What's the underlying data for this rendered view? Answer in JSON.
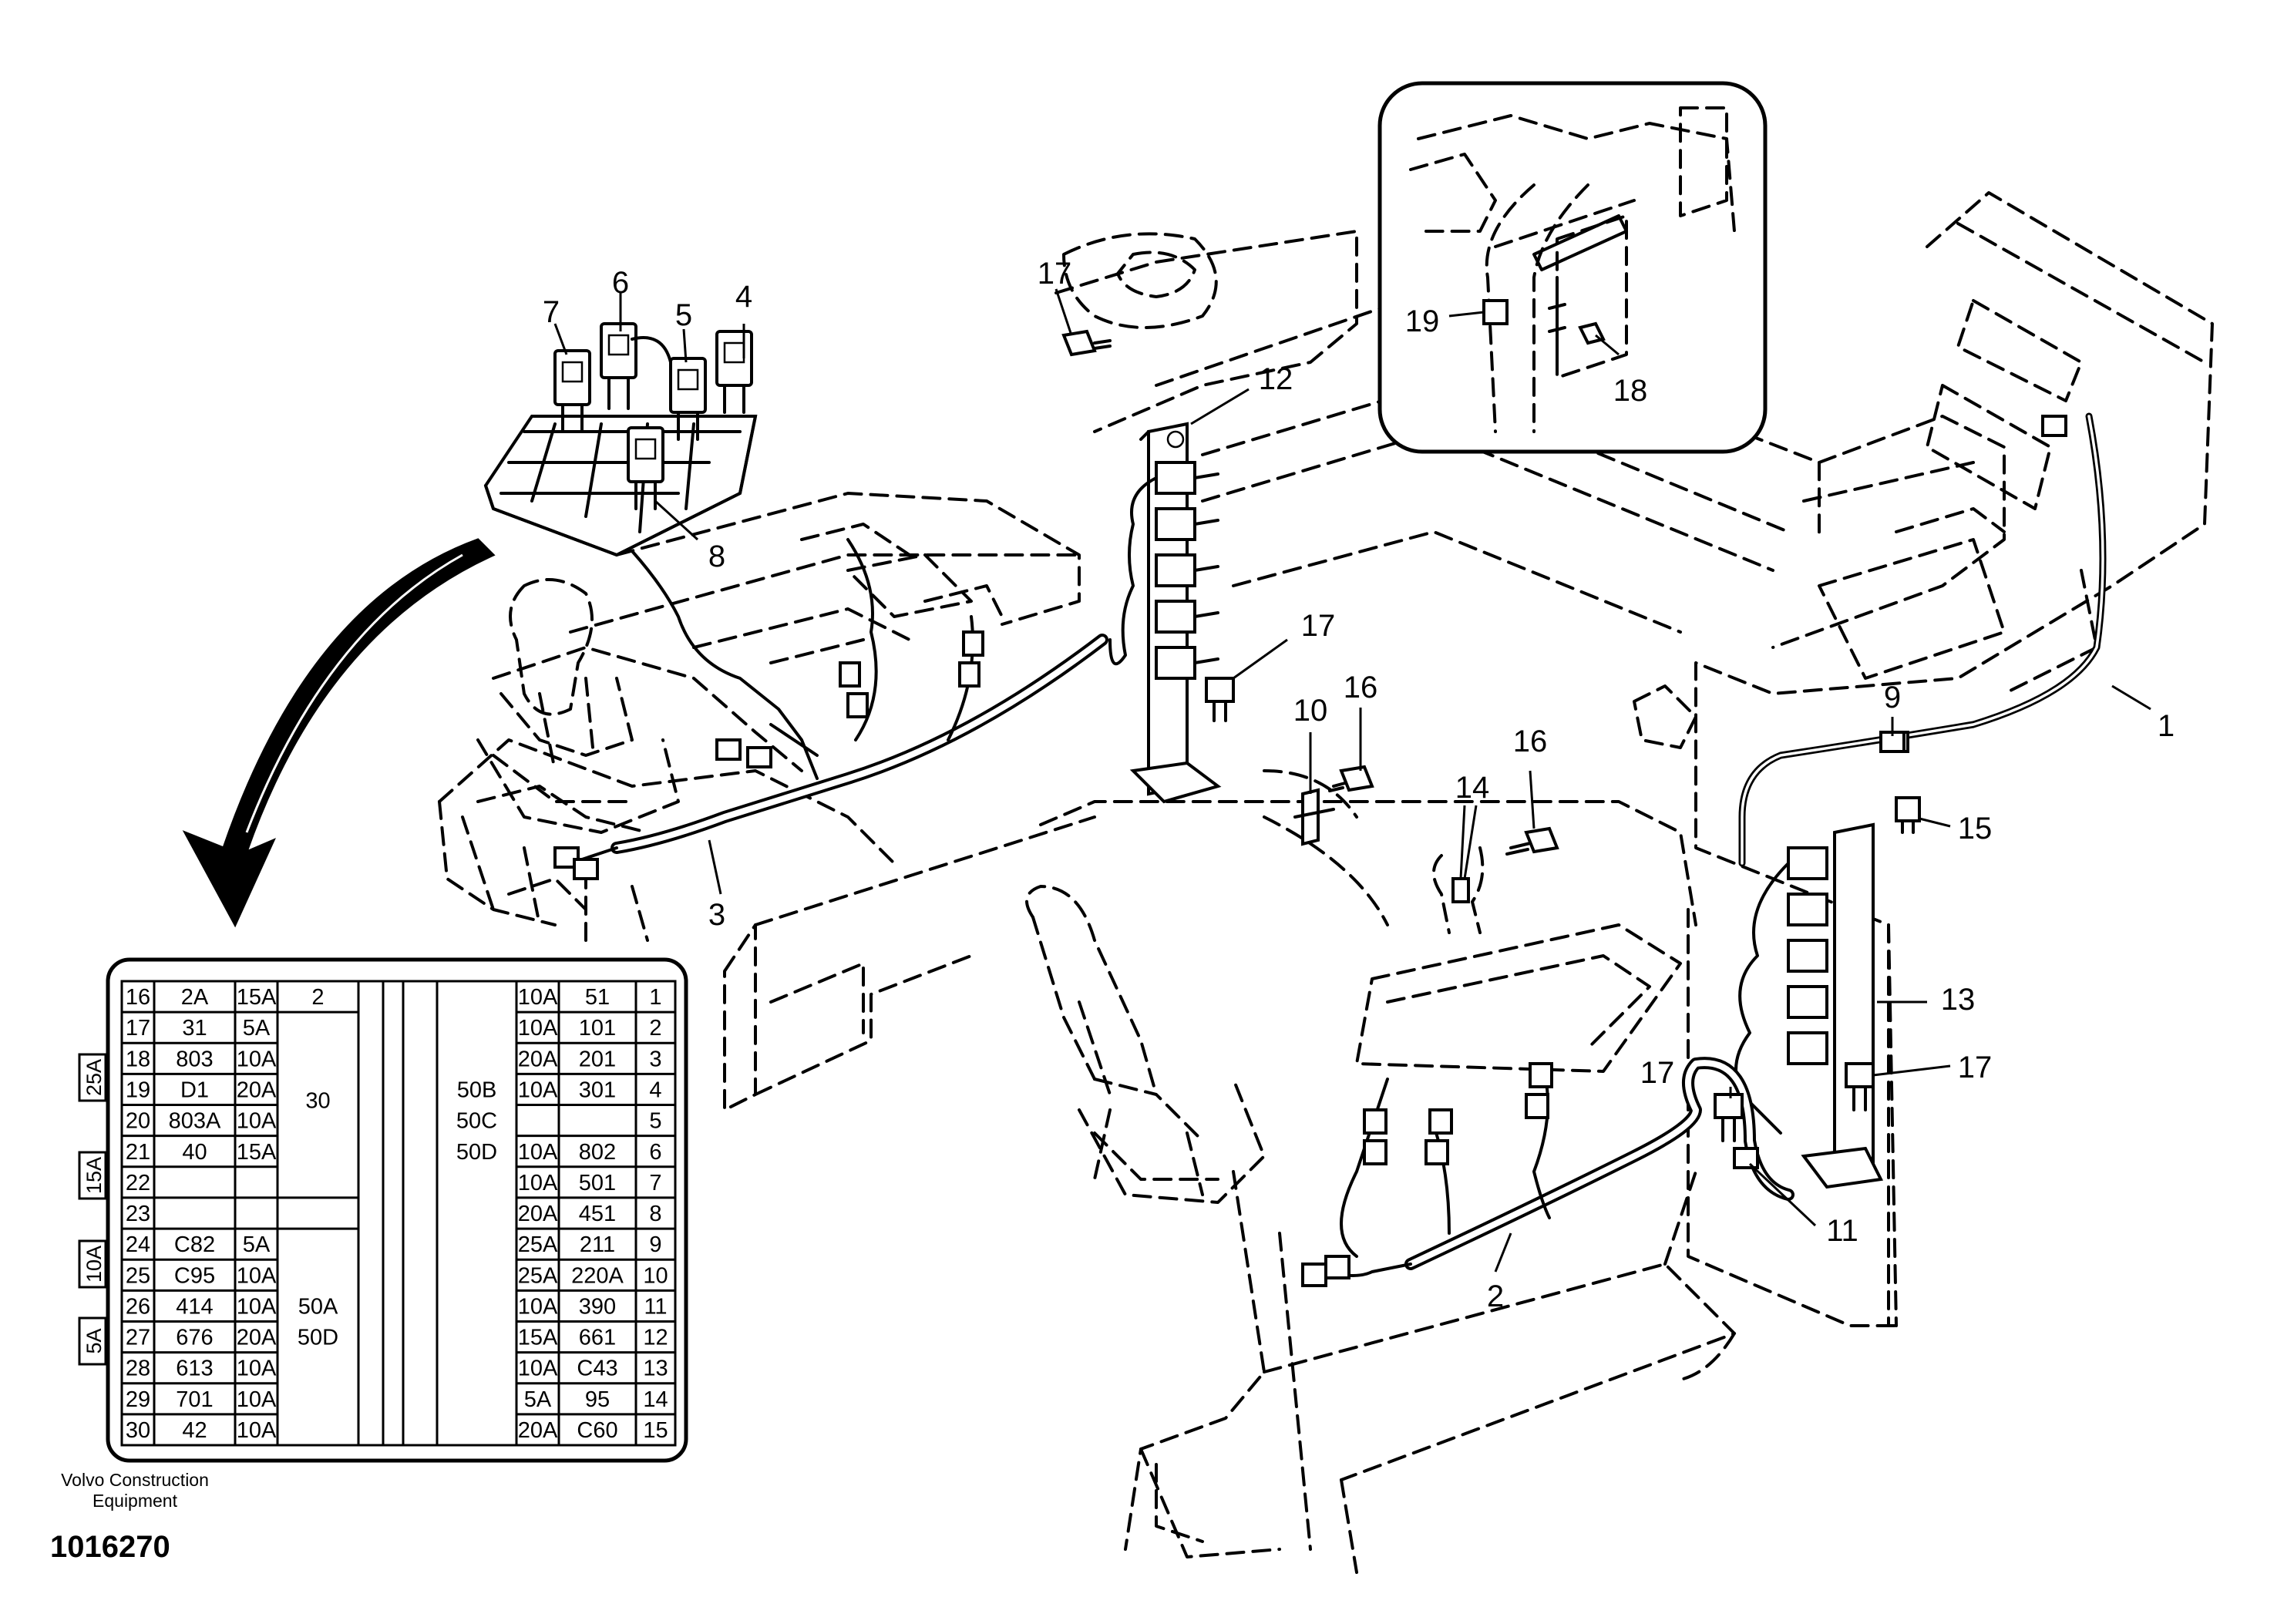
{
  "callouts": [
    "1",
    "2",
    "3",
    "4",
    "5",
    "6",
    "7",
    "8",
    "9",
    "10",
    "11",
    "12",
    "13",
    "14",
    "15",
    "16",
    "16",
    "17",
    "17",
    "17",
    "17",
    "18",
    "19"
  ],
  "fuse_table": {
    "left_rows": [
      {
        "pos": "16",
        "circuit": "2A",
        "rating": "15A"
      },
      {
        "pos": "17",
        "circuit": "31",
        "rating": "5A"
      },
      {
        "pos": "18",
        "circuit": "803",
        "rating": "10A"
      },
      {
        "pos": "19",
        "circuit": "D1",
        "rating": "20A"
      },
      {
        "pos": "20",
        "circuit": "803A",
        "rating": "10A"
      },
      {
        "pos": "21",
        "circuit": "40",
        "rating": "15A"
      },
      {
        "pos": "22",
        "circuit": "",
        "rating": ""
      },
      {
        "pos": "23",
        "circuit": "",
        "rating": ""
      },
      {
        "pos": "24",
        "circuit": "C82",
        "rating": "5A"
      },
      {
        "pos": "25",
        "circuit": "C95",
        "rating": "10A"
      },
      {
        "pos": "26",
        "circuit": "414",
        "rating": "10A"
      },
      {
        "pos": "27",
        "circuit": "676",
        "rating": "20A"
      },
      {
        "pos": "28",
        "circuit": "613",
        "rating": "10A"
      },
      {
        "pos": "29",
        "circuit": "701",
        "rating": "10A"
      },
      {
        "pos": "30",
        "circuit": "42",
        "rating": "10A"
      }
    ],
    "left_groups": [
      "2",
      "30",
      "50A",
      "50D"
    ],
    "center_group": [
      "50B",
      "50C",
      "50D"
    ],
    "right_rows": [
      {
        "rating": "10A",
        "circuit": "51",
        "pos": "1"
      },
      {
        "rating": "10A",
        "circuit": "101",
        "pos": "2"
      },
      {
        "rating": "20A",
        "circuit": "201",
        "pos": "3"
      },
      {
        "rating": "10A",
        "circuit": "301",
        "pos": "4"
      },
      {
        "rating": "",
        "circuit": "",
        "pos": "5"
      },
      {
        "rating": "10A",
        "circuit": "802",
        "pos": "6"
      },
      {
        "rating": "10A",
        "circuit": "501",
        "pos": "7"
      },
      {
        "rating": "20A",
        "circuit": "451",
        "pos": "8"
      },
      {
        "rating": "25A",
        "circuit": "211",
        "pos": "9"
      },
      {
        "rating": "25A",
        "circuit": "220A",
        "pos": "10"
      },
      {
        "rating": "10A",
        "circuit": "390",
        "pos": "11"
      },
      {
        "rating": "15A",
        "circuit": "661",
        "pos": "12"
      },
      {
        "rating": "10A",
        "circuit": "C43",
        "pos": "13"
      },
      {
        "rating": "5A",
        "circuit": "95",
        "pos": "14"
      },
      {
        "rating": "20A",
        "circuit": "C60",
        "pos": "15"
      }
    ],
    "spare_fuses": [
      "25A",
      "15A",
      "10A",
      "5A"
    ]
  },
  "footer": {
    "company_line1": "Volvo Construction",
    "company_line2": "Equipment",
    "figure_number": "1016270"
  }
}
